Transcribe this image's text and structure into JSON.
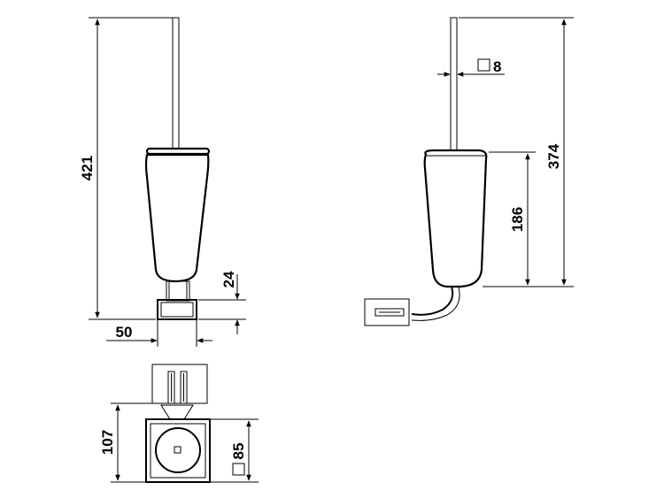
{
  "dimensions": {
    "total_height_front": "421",
    "base_height": "24",
    "base_width": "50",
    "rod_square": "8",
    "total_height_side": "374",
    "holder_height": "186",
    "depth": "107",
    "plate_square": "85"
  },
  "icons": {
    "square_symbol": "square-symbol-icon",
    "hatch": "hatch-pattern"
  }
}
